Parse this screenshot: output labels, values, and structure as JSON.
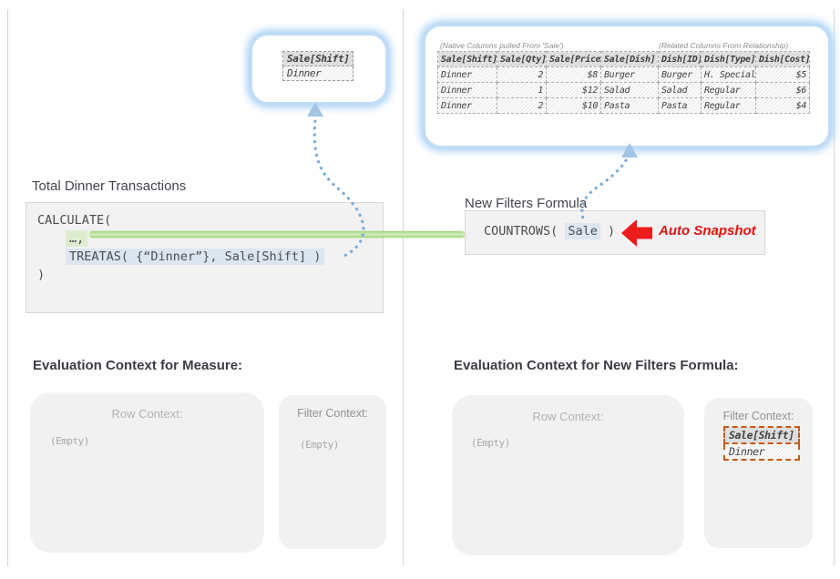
{
  "palette": {
    "glow_blue": "#a5cff3",
    "connector_green": "#9ed37c",
    "highlight_green": "#ddeccf",
    "highlight_blue": "#dce6f1",
    "arrow_red": "#ed1c1c",
    "annotation_red": "#e21212",
    "filter_orange": "#c55a11",
    "dotted_blue": "#79a9d9"
  },
  "shift_card": {
    "header": "Sale[Shift]",
    "value": "Dinner"
  },
  "sale_table_card": {
    "native_note": "(Native Columns pulled From 'Sale')",
    "related_note": "(Related Columns From Relationship)",
    "columns": [
      "Sale[Shift]",
      "Sale[Qty]",
      "Sale[Price]",
      "Sale[Dish]",
      "Dish[ID]",
      "Dish[Type]",
      "Dish[Cost]"
    ],
    "rows": [
      [
        "Dinner",
        "2",
        "$8",
        "Burger",
        "Burger",
        "H. Special",
        "$5"
      ],
      [
        "Dinner",
        "1",
        "$12",
        "Salad",
        "Salad",
        "Regular",
        "$6"
      ],
      [
        "Dinner",
        "2",
        "$10",
        "Pasta",
        "Pasta",
        "Regular",
        "$4"
      ]
    ]
  },
  "measure_formula": {
    "title": "Total Dinner Transactions",
    "line_calculate": "CALCULATE(",
    "line_ellipsis": "…,",
    "line_treatas": "TREATAS( {“Dinner”}, Sale[Shift] )",
    "line_close": ")"
  },
  "new_filters_formula": {
    "title": "New Filters Formula",
    "code_prefix": "COUNTROWS( ",
    "code_arg": "Sale",
    "code_suffix": " )",
    "annotation": "Auto Snapshot"
  },
  "measure_context": {
    "title": "Evaluation Context for Measure:",
    "row_label": "Row Context:",
    "row_value": "(Empty)",
    "filter_label": "Filter Context:",
    "filter_value": "(Empty)"
  },
  "formula_context": {
    "title": "Evaluation Context for New Filters Formula:",
    "row_label": "Row Context:",
    "row_value": "(Empty)",
    "filter_label": "Filter Context:",
    "filter_table": {
      "header": "Sale[Shift]",
      "value": "Dinner"
    }
  }
}
